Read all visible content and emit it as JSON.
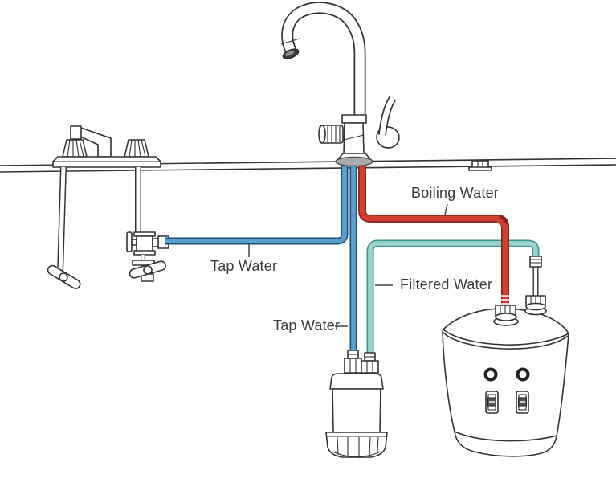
{
  "title": "Boiling / filtered / tap water faucet installation diagram",
  "labels": {
    "boiling_water": "Boiling Water",
    "tap_water_left": "Tap Water",
    "tap_water_bottom": "Tap Water",
    "filtered_water": "Filtered Water"
  },
  "colors": {
    "tap_water_pipe": "#5AA0CF",
    "tap_water_pipe_outline": "#1B4E79",
    "boiling_water_pipe": "#D04030",
    "boiling_water_pipe_outline": "#8E2418",
    "filtered_water_pipe": "#9AD2CC",
    "filtered_water_pipe_outline": "#3E948C",
    "line_art": "#333333",
    "label_text": "#3A3A3A",
    "background": "#FFFFFF"
  },
  "components": {
    "three_way_faucet": "3-way kitchen faucet",
    "sink_faucet": "two-handle sink faucet",
    "supply_valves": "shut-off valves",
    "water_filter": "inline water filter",
    "boiler_tank": "under-sink boiler tank",
    "countertop": "countertop"
  }
}
